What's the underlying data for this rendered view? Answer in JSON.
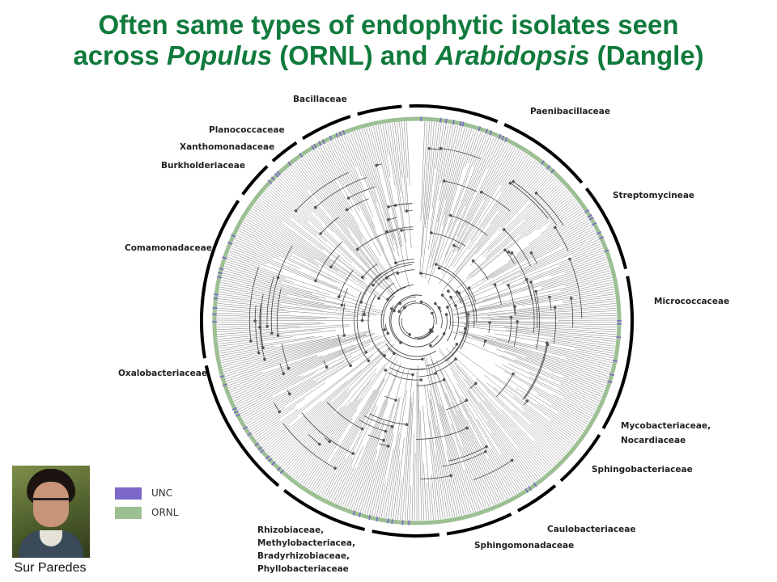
{
  "title": {
    "line1": "Often same types of endophytic isolates seen",
    "line2_a": "across ",
    "line2_b": "Populus",
    "line2_c": " (ORNL) and ",
    "line2_d": "Arabidopsis",
    "line2_e": " (Dangle)"
  },
  "families": {
    "bacillaceae": "Bacillaceae",
    "paenibacillaceae": "Paenibacillaceae",
    "planococcaceae": "Planococcaceae",
    "xanthomonadaceae": "Xanthomonadaceae",
    "burkholderiaceae": "Burkholderiaceae",
    "streptomycineae": "Streptomycineae",
    "comamonadaceae": "Comamonadaceae",
    "micrococcaceae": "Micrococcaceae",
    "oxalobacteriaceae": "Oxalobacteriaceae",
    "mycobacteriaceae": "Mycobacteriaceae,",
    "nocardiaceae": "Nocardiaceae",
    "sphingobacteriaceae": "Sphingobacteriaceae",
    "caulobacteriaceae": "Caulobacteriaceae",
    "sphingomonadaceae": "Sphingomonadaceae",
    "rhizobiaceae": "Rhizobiaceae,",
    "methylobacteriacea": "Methylobacteriacea,",
    "bradyrhizobiaceae": "Bradyrhizobiaceae,",
    "phyllobacteriaceae": "Phyllobacteriaceae"
  },
  "legend": {
    "unc": {
      "label": "UNC",
      "color": "#7b68c8"
    },
    "ornl": {
      "label": "ORNL",
      "color": "#9dbf94"
    }
  },
  "photo_caption": "Sur Paredes",
  "colors": {
    "title": "#0f7a3c",
    "branch": "#444444",
    "ring_black": "#000000"
  }
}
